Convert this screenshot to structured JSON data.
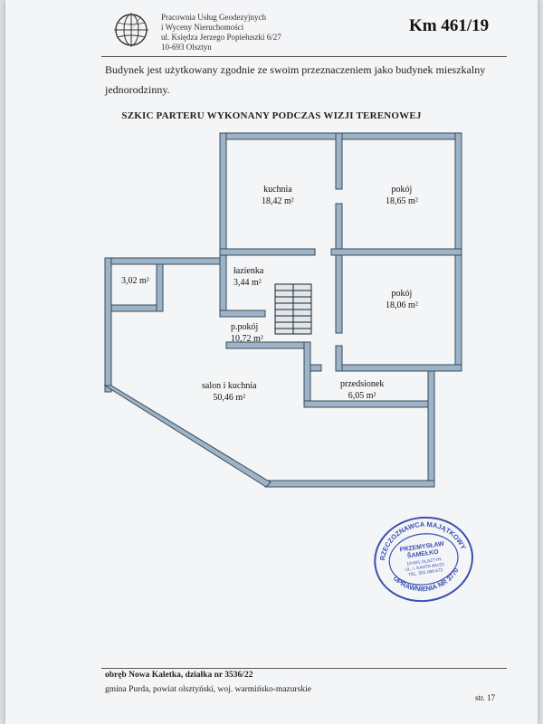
{
  "header": {
    "firm_lines": [
      "Pracownia Usług Geodezyjnych",
      "i Wyceny Nieruchomości",
      "ul. Księdza Jerzego Popiełuszki 6/27",
      "10-693 Olsztyn"
    ],
    "document_ref": "Km 461/19"
  },
  "body": {
    "paragraph": "Budynek jest użytkowany zgodnie ze swoim przeznaczeniem jako budynek mieszkalny jednorodzinny."
  },
  "sketch": {
    "title": "SZKIC PARTERU WYKONANY PODCZAS WIZJI TERENOWEJ",
    "rooms": [
      {
        "name": "kuchnia",
        "area": "18,42 m²"
      },
      {
        "name": "pokój",
        "area": "18,65 m²"
      },
      {
        "name": "łazienka",
        "area": "3,44 m²"
      },
      {
        "name": "",
        "area": "3,02 m²"
      },
      {
        "name": "pokój",
        "area": "18,06 m²"
      },
      {
        "name": "p.pokój",
        "area": "10,72 m²"
      },
      {
        "name": "salon i kuchnia",
        "area": "50,46 m²"
      },
      {
        "name": "przedsionek",
        "area": "6,05 m²"
      }
    ],
    "wall_color": "#9db4c8",
    "wall_stroke": "#3a4a58"
  },
  "stamp": {
    "arc_top": "RZECZOZNAWCA MAJĄTKOWY",
    "arc_bottom": "UPRAWNIENIA NR 3770",
    "name_line1": "PRZEMYSŁAW",
    "name_line2": "ŠAMEŁKO",
    "address_line1": "10-691 OLSZTYN",
    "address_line2": "UL. I. KANTA 40c/21",
    "phone": "TEL. 501 089 672",
    "color": "#3b4fb0"
  },
  "footer": {
    "line1": "obręb Nowa Kaletka, działka nr 3536/22",
    "line2": "gmina Purda, powiat olsztyński, woj. warmińsko-mazurskie",
    "page": "str. 17"
  }
}
